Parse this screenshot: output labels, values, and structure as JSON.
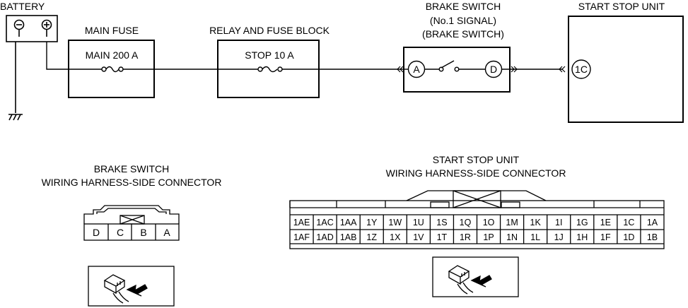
{
  "circuit": {
    "battery_label": "BATTERY",
    "main_fuse_label": "MAIN FUSE",
    "main_fuse_value": "MAIN 200 A",
    "relay_block_label": "RELAY AND FUSE BLOCK",
    "stop_fuse_value": "STOP 10 A",
    "brake_switch_title": [
      "BRAKE SWITCH",
      "(No.1 SIGNAL)",
      "(BRAKE SWITCH)"
    ],
    "brake_terminal_a": "A",
    "brake_terminal_d": "D",
    "start_stop_unit_label": "START STOP UNIT",
    "start_stop_terminal": "1C"
  },
  "brake_connector": {
    "title": [
      "BRAKE SWITCH",
      "WIRING HARNESS-SIDE CONNECTOR"
    ],
    "pins": [
      "D",
      "C",
      "B",
      "A"
    ]
  },
  "ssu_connector": {
    "title": [
      "START STOP UNIT",
      "WIRING HARNESS-SIDE CONNECTOR"
    ],
    "row1": [
      "1AE",
      "1AC",
      "1AA",
      "1Y",
      "1W",
      "1U",
      "1S",
      "1Q",
      "1O",
      "1M",
      "1K",
      "1I",
      "1G",
      "1E",
      "1C",
      "1A"
    ],
    "row2": [
      "1AF",
      "1AD",
      "1AB",
      "1Z",
      "1X",
      "1V",
      "1T",
      "1R",
      "1P",
      "1N",
      "1L",
      "1J",
      "1H",
      "1F",
      "1D",
      "1B"
    ]
  }
}
